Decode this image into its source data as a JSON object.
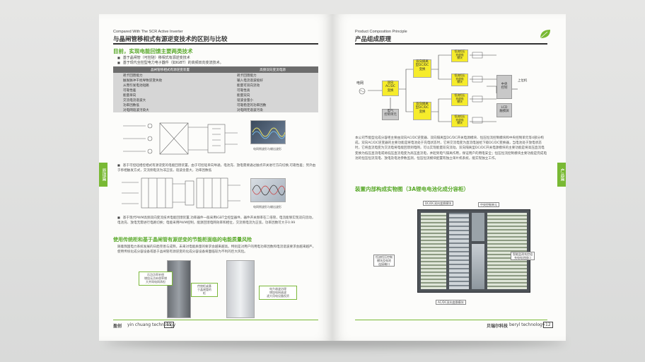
{
  "left_page": {
    "header_en": "Compared With The SCR Active Inverter",
    "header_cn": "与晶闸管移相式有源逆变技术的区别与比较",
    "section1_title": "目前，实现电能回馈主要两类技术",
    "bullets": [
      "基于晶闸管（可控硅）移相式有源逆变技术",
      "基于现代全控型电力电子器件（如IGBT）的高频双向变流技术。"
    ],
    "table": {
      "headers": [
        "晶闸管移相式有源逆变装置",
        "高频双向变流电源"
      ],
      "rows": [
        [
          "耗卡回馈能力",
          "耗卡回馈能力"
        ],
        [
          "触发脉冲干扰导致逆变失败",
          "输入电流谐波极好"
        ],
        [
          "从而引发电池短路",
          "能量可双向流动"
        ],
        [
          "可靠性差",
          "可靠性高"
        ],
        [
          "能量单向",
          "能量双向"
        ],
        [
          "交流电流谐波大",
          "谐波含量小"
        ],
        [
          "功率因数低",
          "可靠稳定的功率因数"
        ],
        [
          "对电网谐波污染大",
          "对电网无谐波污染"
        ]
      ]
    },
    "scope_caption1": "电网侧波形与输出波形",
    "bullet2": "基于可控硅相控相式有源逆变的电能回馈装置，由于可控硅单向导通，电池充、放电需要通过触点开关进行方向切换,可靠性差；另外由于移相触发方式，交流侧电流为非正弦，谐波含量大，功率因数低",
    "scope_caption2": "电网侧波形与输出波形",
    "bullet3": "基于现代PWM高频双向变流技术电能回馈装置,功率器件一般采用IGBT全控型器件，器件开关频率在二倍管，电流能够实现双向流动，电池充、放电无需进行电路切换；电能采用PWM控制，能源回馈电网效率和相位，交流侧电流为正弦，功率因数可大于0.99",
    "section2_title": "使用传统柜和基于晶闸管有源逆变的节能柜面临的电能质量风险",
    "para2": "随着我国电力系统发展的日趋完善与成熟，未来对电能质量的要求会越来越高。特别是对用户的用电功率因数和电流谐波要求会越来越严。使用传统化成分容设备或基于晶闸管有源逆变的化成分容设备将面临较为不利的巨大风险。",
    "photo_notes": [
      "石功功率补偿\n增加无功补偿率增\n大并网电网承担",
      "传统柜或基\n于晶闸管的\n柜",
      "电力谐波治理\n增加电网谐波\n滤大用电设备投资"
    ],
    "footer_brand": "盈创",
    "footer_en": "yin chuang technology",
    "page_num": "11",
    "side_tab": "原理篇"
  },
  "right_page": {
    "header_en": "Product Composition Principle",
    "header_cn": "产品组成原理",
    "diagram": {
      "grid_label": "电网",
      "acdc_label": "双向\nAC/DC\n变换",
      "ctrl_label": "电气\n控制单元",
      "dcdc1": "双向隔离\n型DC/DC\n变换",
      "dcdc2": "双向隔离\n型DC/DC\n变换",
      "modules": [
        "恒流恒压\n充放电\n模块",
        "恒流恒压\n充放电\n模块",
        "恒流恒压\n充放电\n模块",
        "恒流恒压\n充放电\n模块"
      ],
      "central_ctrl": "中央\n控制",
      "lcd": "LCD\n触摸屏",
      "upper": "上位机"
    },
    "body_text": "本公司节能型化成分容柜主要由双向AC/DC逆变器、双向隔离型DC/DC开关电源模块、恒压恒流控制模块和中央控制单元等4部分构成，双向AC/DC逆变器的主要功能是将电池处于充电状态时，它将交流电变为直流电送给下级DC/DC变换器，当电池处于放电状态时，它将直流电变为交流电将电能回馈到电网，可以实现能量双向流动。双向隔离型DC/DC开关电源模块的主要功能是将高压直流电变换为低压直流电或将低压直流电变为高压直流电，并起到电气隔离作用，保证用户的用电安全；恒压恒流控制模块主要功能是完成电池的恒压恒流充电、放电及电池参数监测，恒压恒流模块配置有独立单片机系统，能实现独立工作。",
    "section_title": "装置内部构成实物图（3A锂电电池化成分容柜）",
    "cabinet_labels": [
      "DC/DC双向变换模块",
      "中央控制单元",
      "恒流恒压控制\n模块及电池\n连接端口",
      "智能监测充控组\n充电电池接口",
      "AC/DC双向变换模块"
    ],
    "footer_brand": "贝瑞尔科技",
    "footer_en": "beryl technology",
    "page_num": "12",
    "side_tab": "产品篇"
  },
  "colors": {
    "accent_green": "#79b934",
    "highlight_yellow": "#f6ec2b"
  }
}
